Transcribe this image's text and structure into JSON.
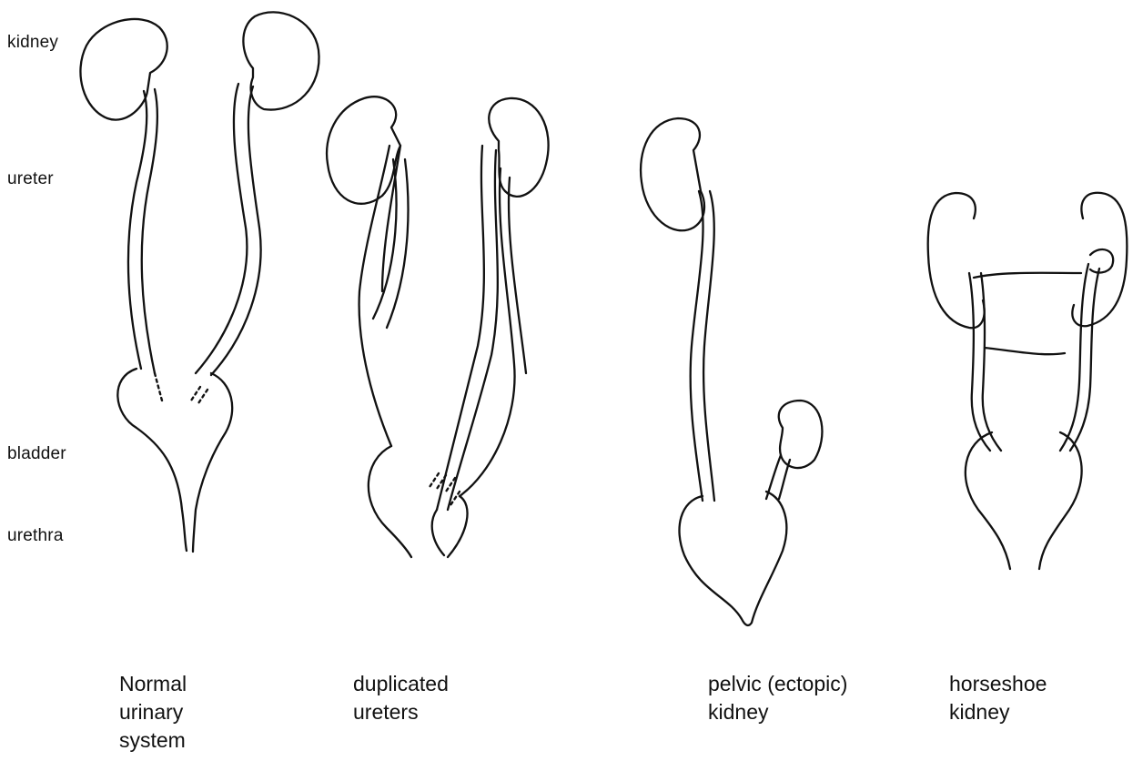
{
  "labels": {
    "kidney": "kidney",
    "ureter": "ureter",
    "bladder": "bladder",
    "urethra": "urethra"
  },
  "captions": {
    "normal": "Normal\nurinary\nsystem",
    "duplicated": "duplicated\nureters",
    "pelvic": "pelvic (ectopic)\nkidney",
    "horseshoe": "horseshoe\nkidney"
  }
}
